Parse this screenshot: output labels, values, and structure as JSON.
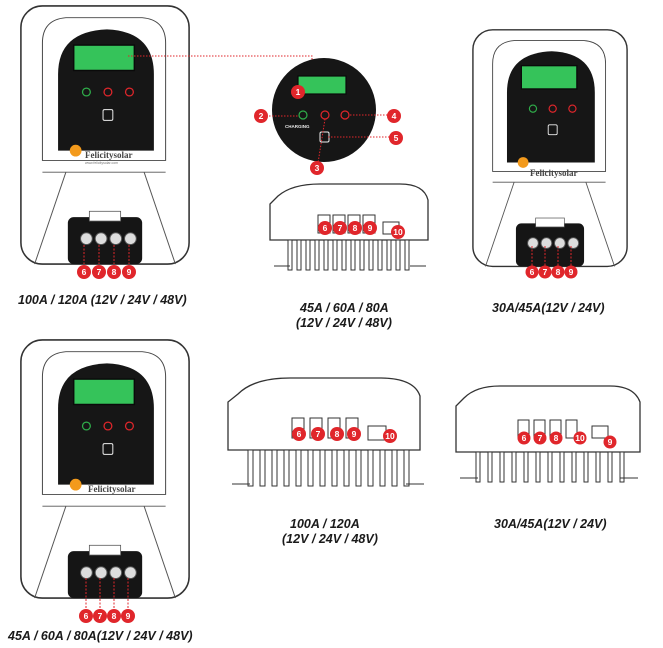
{
  "brand": {
    "name": "Felicitysolar",
    "registered": "®"
  },
  "colors": {
    "callout": "#e0262b",
    "lcd": "#35c35a",
    "led_green": "#2fae4a",
    "led_red": "#e0262b",
    "bezel": "#111111"
  },
  "detail": {
    "charging_label": "CHARGING"
  },
  "callouts": {
    "n1": "1",
    "n2": "2",
    "n3": "3",
    "n4": "4",
    "n5": "5",
    "n6": "6",
    "n7": "7",
    "n8": "8",
    "n9": "9",
    "n10": "10"
  },
  "captions": {
    "c1": "100A  / 120A (12V / 24V / 48V)",
    "c2a": "45A / 60A  / 80A",
    "c2b": "(12V / 24V / 48V)",
    "c3": "30A/45A(12V / 24V)",
    "c4": "45A / 60A  / 80A(12V / 24V / 48V)",
    "c5a": "100A  / 120A",
    "c5b": "(12V / 24V / 48V)",
    "c6": "30A/45A(12V / 24V)"
  }
}
